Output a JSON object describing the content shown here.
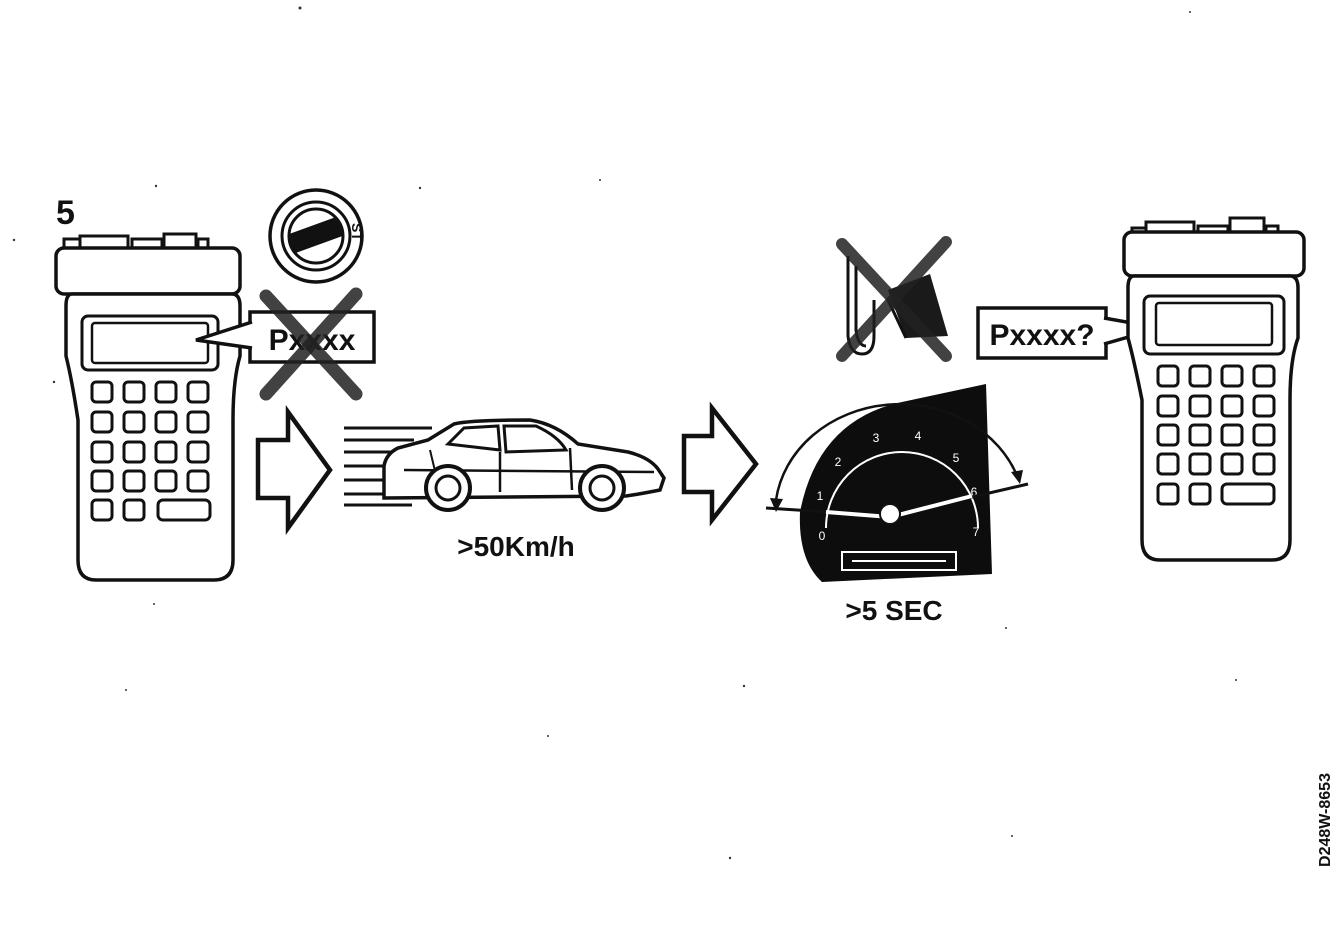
{
  "step_number": "5",
  "tester_left": {
    "display_text": "Pxxxx",
    "crossed_out": true
  },
  "ignition_key": {
    "position_label": "ST"
  },
  "speed_condition": ">50Km/h",
  "throttle_pedal": {
    "crossed_out": true
  },
  "rpm_gauge": {
    "ticks": [
      "0",
      "1",
      "2",
      "3",
      "4",
      "5",
      "6",
      "7"
    ]
  },
  "duration_condition": ">5 SEC",
  "tester_right": {
    "display_text": "Pxxxx?"
  },
  "figure_code": "D248W-8653",
  "colors": {
    "ink": "#111111",
    "paper": "#ffffff",
    "gauge_dark": "#0d0d0d"
  }
}
